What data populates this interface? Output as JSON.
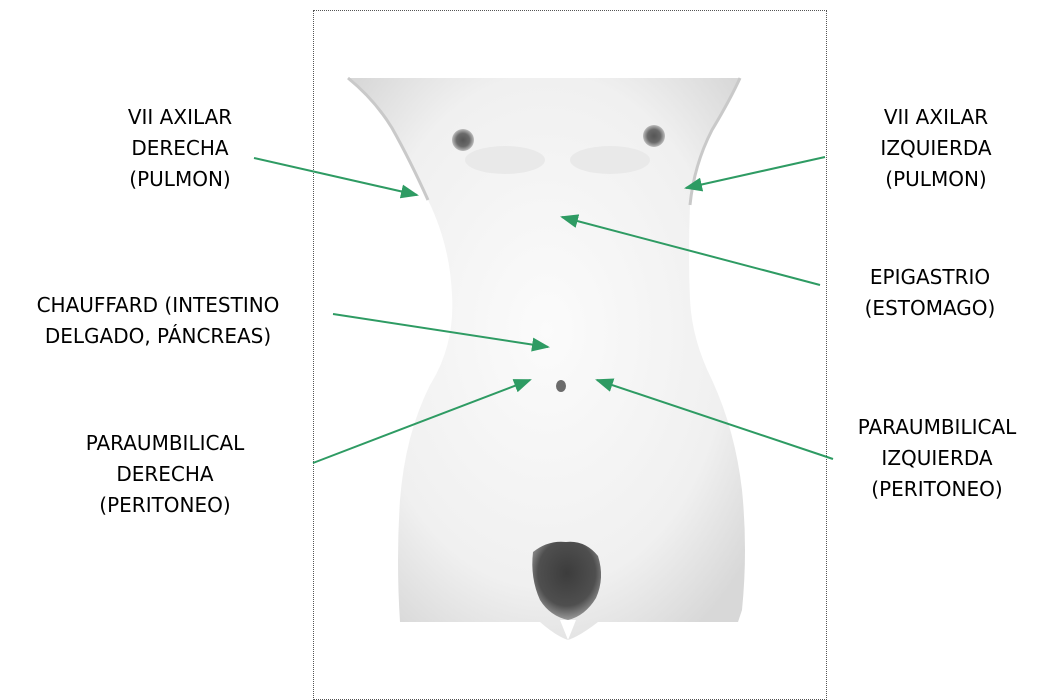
{
  "labels": {
    "axilar_right": "VII AXILAR\nDERECHA\n(PULMON)",
    "axilar_left": "VII AXILAR\nIZQUIERDA\n(PULMON)",
    "epigastrio": "EPIGASTRIO\n(ESTOMAGO)",
    "chauffard": "CHAUFFARD (INTESTINO\nDELGADO, PÁNCREAS)",
    "paraumbilical_right": "PARAUMBILICAL\nDERECHA\n(PERITONEO)",
    "paraumbilical_left": "PARAUMBILICAL\nIZQUIERDA\n(PERITONEO)"
  },
  "colors": {
    "arrow": "#2e9b63",
    "frame": "#555555"
  },
  "image": {
    "subject": "front-view-torso-photo"
  }
}
